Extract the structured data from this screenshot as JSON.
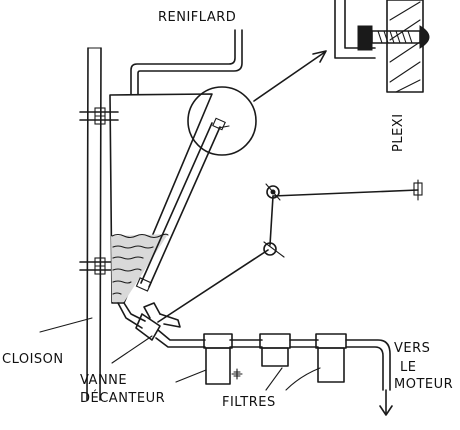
{
  "labels": {
    "reniflard": "RENIFLARD",
    "plexi": "PLEXI",
    "cloison": "CLOISON",
    "vanne_line1": "VANNE",
    "vanne_line2": "DÉCANTEUR",
    "filtres": "FILTRES",
    "vers_line1": "VERS",
    "vers_line2": "LE",
    "vers_line3": "MOTEUR"
  },
  "colors": {
    "ink": "#1a1a1a",
    "background": "#ffffff"
  }
}
